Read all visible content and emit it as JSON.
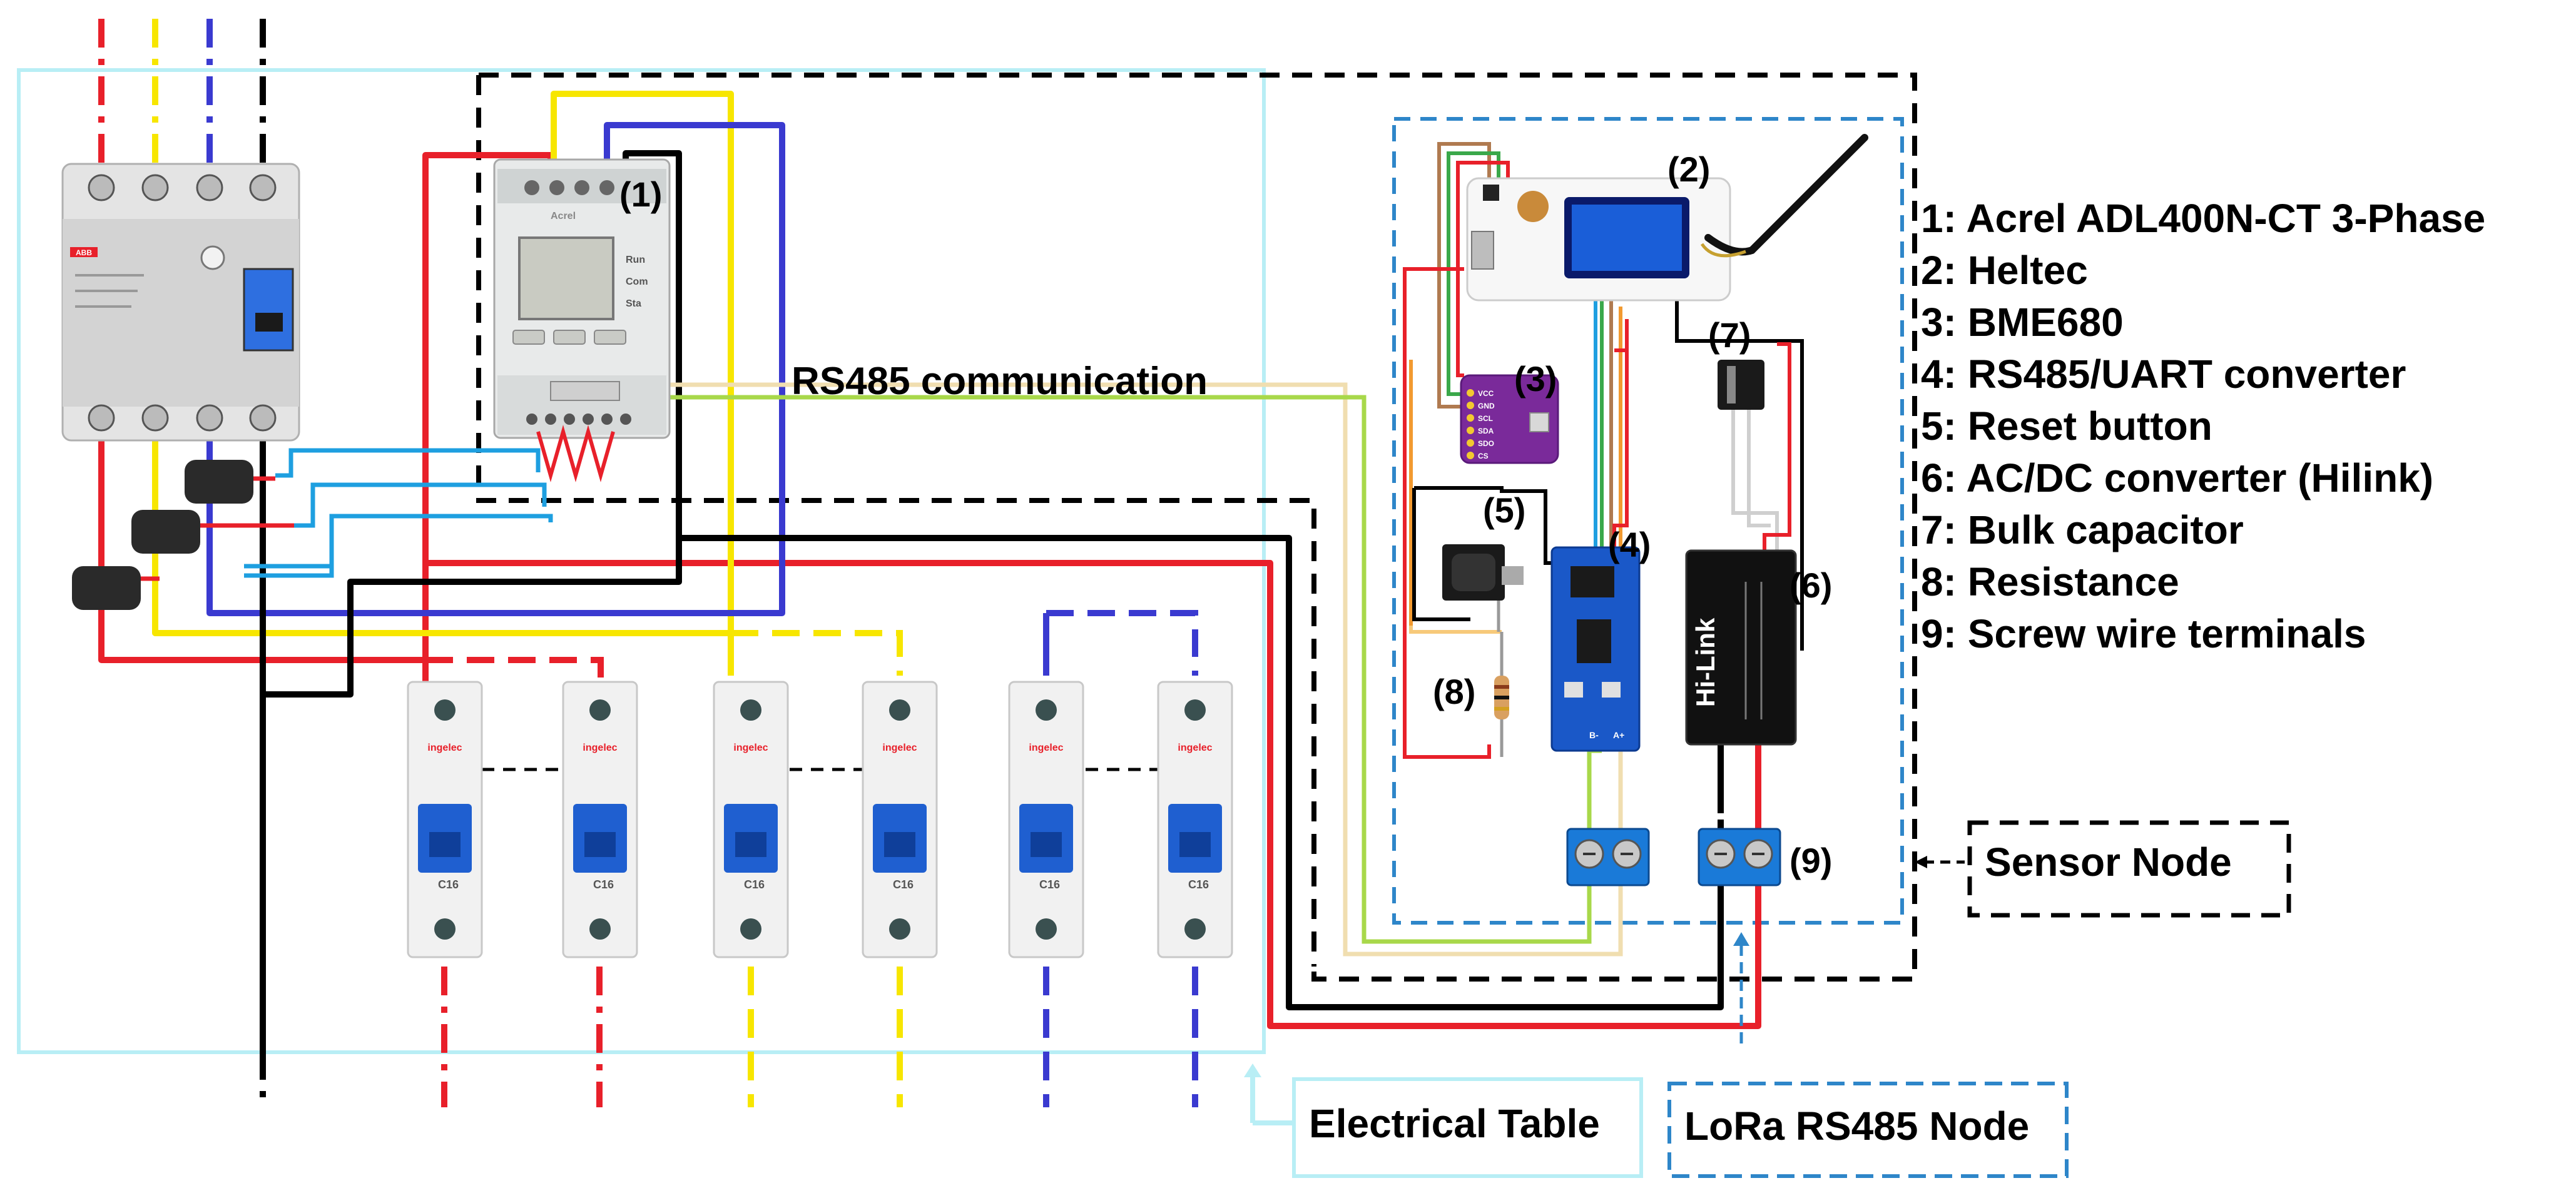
{
  "labels": {
    "rs485_communication": "RS485 communication",
    "sensor_node": "Sensor Node",
    "electrical_table": "Electrical Table",
    "lora_node": "LoRa RS485 Node"
  },
  "markers": {
    "m1": "(1)",
    "m2": "(2)",
    "m3": "(3)",
    "m4": "(4)",
    "m5": "(5)",
    "m6": "(6)",
    "m7": "(7)",
    "m8": "(8)",
    "m9": "(9)"
  },
  "legend": [
    "1: Acrel ADL400N-CT 3-Phase",
    "2: Heltec",
    "3: BME680",
    "4: RS485/UART converter",
    "5: Reset button",
    "6: AC/DC converter (Hilink)",
    "7: Bulk capacitor",
    "8: Resistance",
    "9: Screw wire terminals"
  ],
  "components": {
    "rcd_brand": "ABB",
    "breaker_brand": "ingelec",
    "breaker_rating": "C16",
    "meter_brand": "Acrel",
    "meter_leds": [
      "Run",
      "Com",
      "Sta"
    ],
    "hilink_brand": "Hi-Link",
    "bme_pins": [
      "VCC",
      "GND",
      "SCL",
      "SDA",
      "SDO",
      "CS"
    ],
    "rs485_pins": [
      "B-",
      "A+"
    ]
  },
  "colors": {
    "phase_l1": "#e8202a",
    "phase_l2": "#f7e600",
    "phase_l3": "#3a3ad0",
    "neutral": "#000000",
    "ct_wire": "#1e9fe0",
    "rs485_a": "#f0deb0",
    "rs485_b": "#a8d84a",
    "sensor_box": "#2e86c9",
    "table_box": "#b8eef5"
  }
}
